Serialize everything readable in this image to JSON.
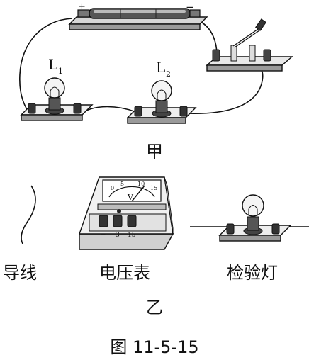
{
  "circuit": {
    "battery_positive": "+",
    "battery_negative": "−",
    "lamp1_label": "L",
    "lamp1_subscript": "1",
    "lamp2_label": "L",
    "lamp2_subscript": "2",
    "caption_top": "甲"
  },
  "components": {
    "wire_label": "导线",
    "voltmeter_label": "电压表",
    "test_lamp_label": "检验灯",
    "meter_scale_ticks": [
      "0",
      "5",
      "10",
      "15"
    ],
    "meter_unit": "V",
    "meter_terminals": [
      "−",
      "3",
      "15"
    ],
    "caption_bottom": "乙"
  },
  "figure_caption": "图 11-5-15"
}
